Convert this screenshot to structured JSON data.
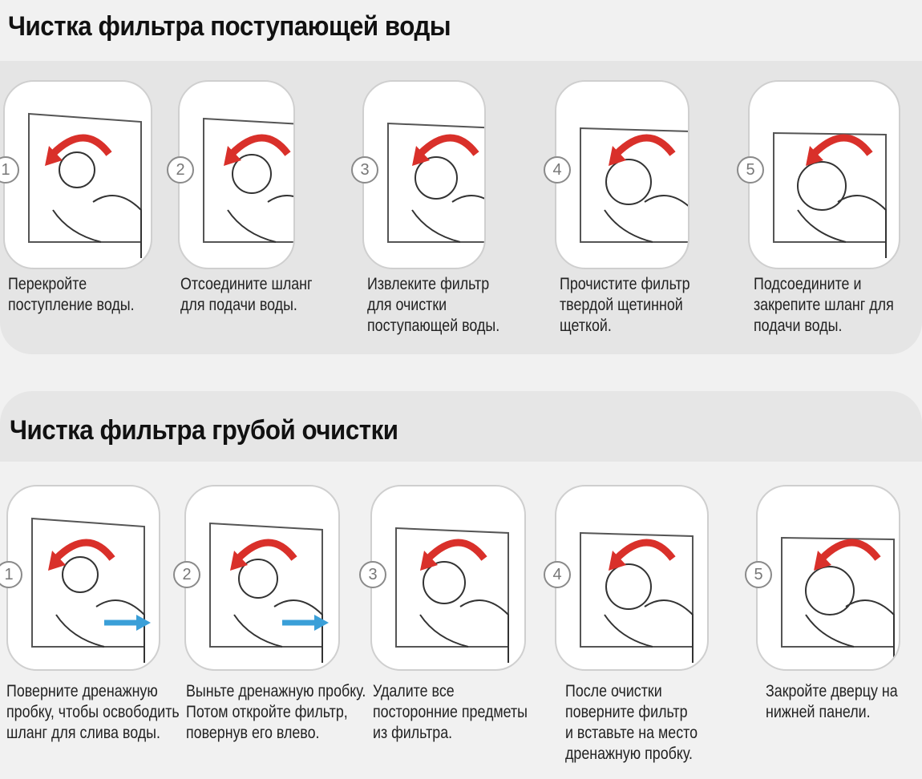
{
  "section1": {
    "title": "Чистка фильтра поступающей воды",
    "steps": [
      {
        "num": "1",
        "text": "Перекройте\nпоступление воды."
      },
      {
        "num": "2",
        "text": "Отсоедините шланг\nдля подачи воды."
      },
      {
        "num": "3",
        "text": "Извлеките фильтр\nдля очистки\nпоступающей воды."
      },
      {
        "num": "4",
        "text": "Прочистите фильтр\nтвердой щетинной\nщеткой."
      },
      {
        "num": "5",
        "text": "Подсоедините и\nзакрепите шланг для\nподачи воды."
      }
    ]
  },
  "section2": {
    "title": "Чистка фильтра грубой очистки",
    "steps": [
      {
        "num": "1",
        "text": "Поверните дренажную\nпробку, чтобы освободить\nшланг для слива воды."
      },
      {
        "num": "2",
        "text": "Выньте дренажную пробку.\nПотом откройте фильтр,\nповернув его влево."
      },
      {
        "num": "3",
        "text": "Удалите все\nпосторонние предметы\nиз фильтра."
      },
      {
        "num": "4",
        "text": "После очистки\nповерните фильтр\nи вставьте на место\nдренажную пробку."
      },
      {
        "num": "5",
        "text": "Закройте дверцу на\nнижней панели."
      }
    ]
  },
  "colors": {
    "arrow_red": "#d9302a",
    "arrow_blue": "#3a9fd8"
  }
}
